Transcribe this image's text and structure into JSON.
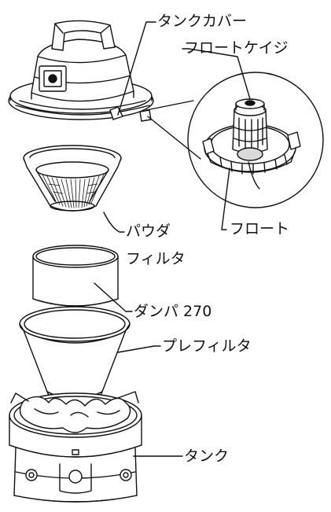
{
  "labels": {
    "tank_cover": "タンクカバー",
    "float_cage": "フロートケイジ",
    "powder_filter_line1": "パウダ",
    "powder_filter_line2": "フィルタ",
    "float": "フロート",
    "damper": "ダンパ 270",
    "pre_filter": "プレフィルタ",
    "tank": "タンク"
  },
  "colors": {
    "line": "#111111",
    "fill": "#ffffff",
    "shade": "#d9d9d9"
  }
}
